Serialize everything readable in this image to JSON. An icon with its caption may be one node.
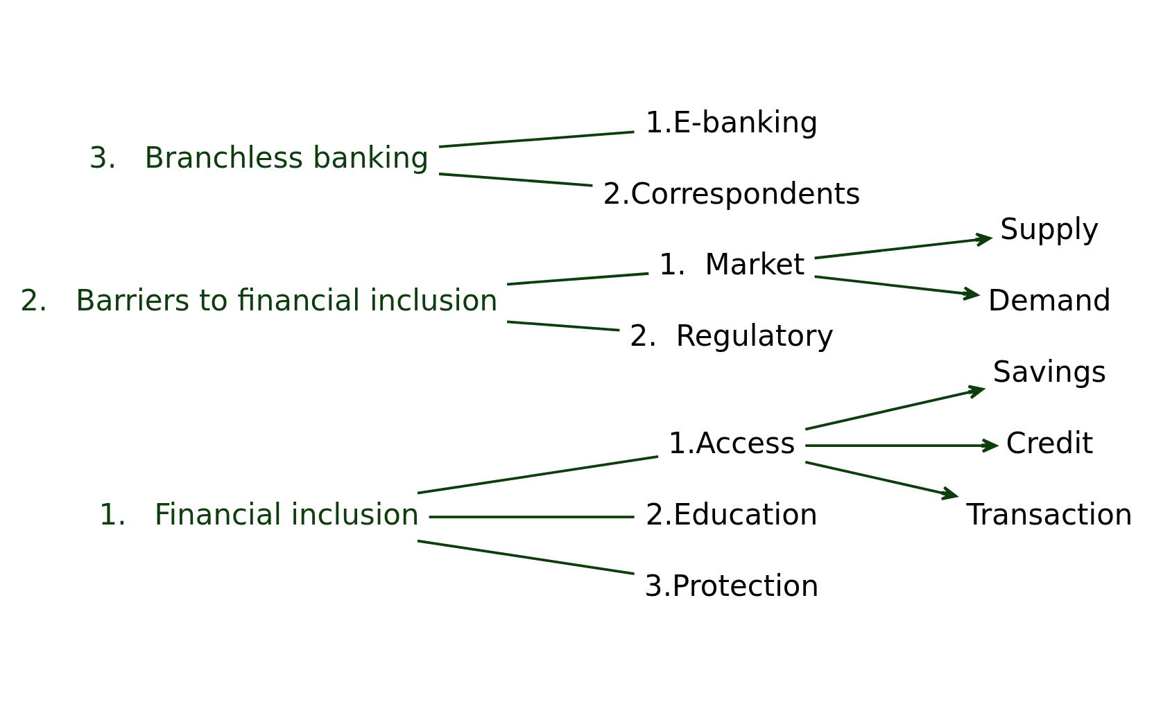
{
  "diagram": {
    "nodes": [
      {
        "text": [
          "1.   Financial inclusion"
        ]
      },
      {
        "text": [
          "1.Access"
        ]
      },
      {
        "text": [
          "2.Education"
        ]
      },
      {
        "text": [
          "3.Protection"
        ]
      },
      {
        "text": [
          "Savings"
        ]
      },
      {
        "text": [
          "Credit"
        ]
      },
      {
        "text": [
          "Transaction"
        ]
      },
      {
        "text": [
          "2.   Barriers to financial inclusion"
        ]
      },
      {
        "text": [
          "1.  Market"
        ]
      },
      {
        "text": [
          "2.  Regulatory"
        ]
      },
      {
        "text": [
          "Supply"
        ]
      },
      {
        "text": [
          "Demand"
        ]
      },
      {
        "text": [
          "3.   Branchless banking"
        ]
      },
      {
        "text": [
          "1.E-banking"
        ]
      },
      {
        "text": [
          "2.Correspondents"
        ]
      }
    ],
    "edges": [
      {
        "from": 0,
        "to": 1,
        "arrow": "none"
      },
      {
        "from": 0,
        "to": 2,
        "arrow": "none"
      },
      {
        "from": 0,
        "to": 3,
        "arrow": "none"
      },
      {
        "from": 1,
        "to": 4,
        "arrow": "to"
      },
      {
        "from": 1,
        "to": 5,
        "arrow": "to"
      },
      {
        "from": 1,
        "to": 6,
        "arrow": "to"
      },
      {
        "from": 7,
        "to": 8,
        "arrow": "none"
      },
      {
        "from": 7,
        "to": 9,
        "arrow": "none"
      },
      {
        "from": 8,
        "to": 10,
        "arrow": "to"
      },
      {
        "from": 8,
        "to": 11,
        "arrow": "to"
      },
      {
        "from": 12,
        "to": 13,
        "arrow": "none"
      },
      {
        "from": 12,
        "to": 14,
        "arrow": "none"
      }
    ]
  }
}
